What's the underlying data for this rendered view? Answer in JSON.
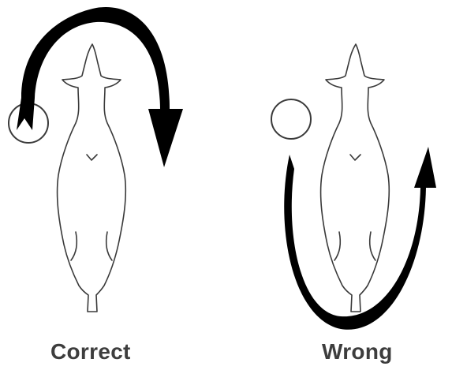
{
  "panels": [
    {
      "id": "correct",
      "label": "Correct",
      "arrow_direction": "clockwise",
      "icon": "arrow-over-head-icon"
    },
    {
      "id": "wrong",
      "label": "Wrong",
      "arrow_direction": "counterclockwise",
      "icon": "arrow-behind-tail-icon"
    }
  ],
  "colors": {
    "arrow": "#000000",
    "outline": "#3a3a3a",
    "text": "#3d3d3d",
    "background": "#ffffff"
  }
}
